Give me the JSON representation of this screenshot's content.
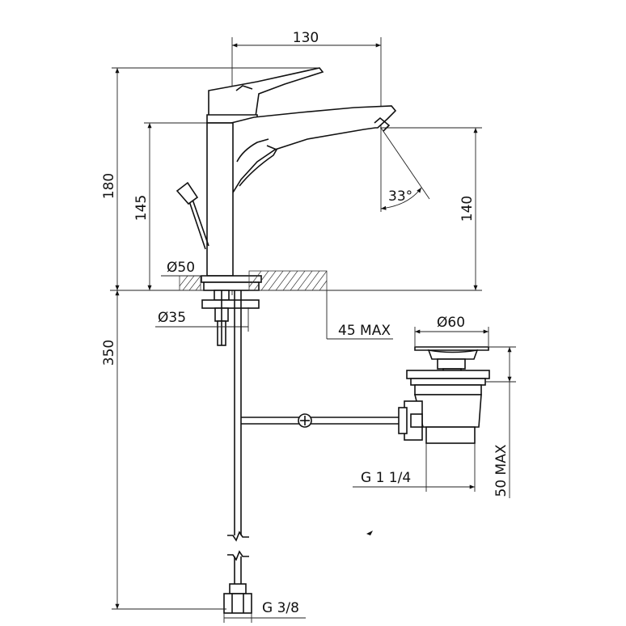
{
  "dimensions": {
    "width_130": "130",
    "height_180": "180",
    "height_145": "145",
    "height_140": "140",
    "angle_33": "33°",
    "dia_50": "Ø50",
    "dia_35": "Ø35",
    "deck_45max": "45 MAX",
    "dia_60": "Ø60",
    "height_50max": "50 MAX",
    "thread_g114": "G 1 1/4",
    "length_350": "350",
    "thread_g38": "G 3/8"
  }
}
